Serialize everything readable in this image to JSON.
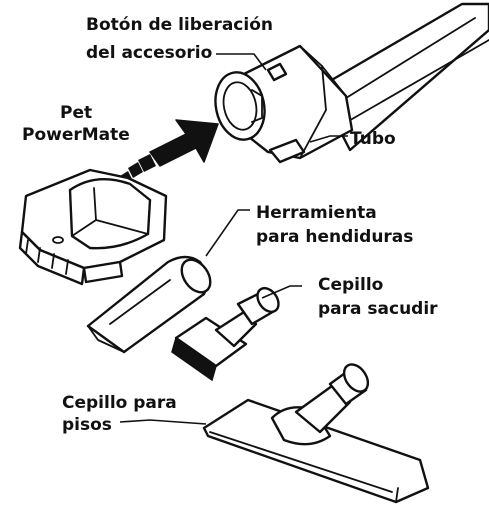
{
  "labels": {
    "release_button": [
      "Botón de liberación",
      "del accesorio"
    ],
    "pet_powermate": [
      "Pet",
      "PowerMate"
    ],
    "tube": "Tubo",
    "crevice_tool": [
      "Herramienta",
      "para hendiduras"
    ],
    "dusting_brush": [
      "Cepillo",
      "para sacudir"
    ],
    "floor_brush": [
      "Cepillo para",
      "pisos"
    ]
  },
  "colors": {
    "ink": "#111111",
    "paper": "#ffffff"
  }
}
